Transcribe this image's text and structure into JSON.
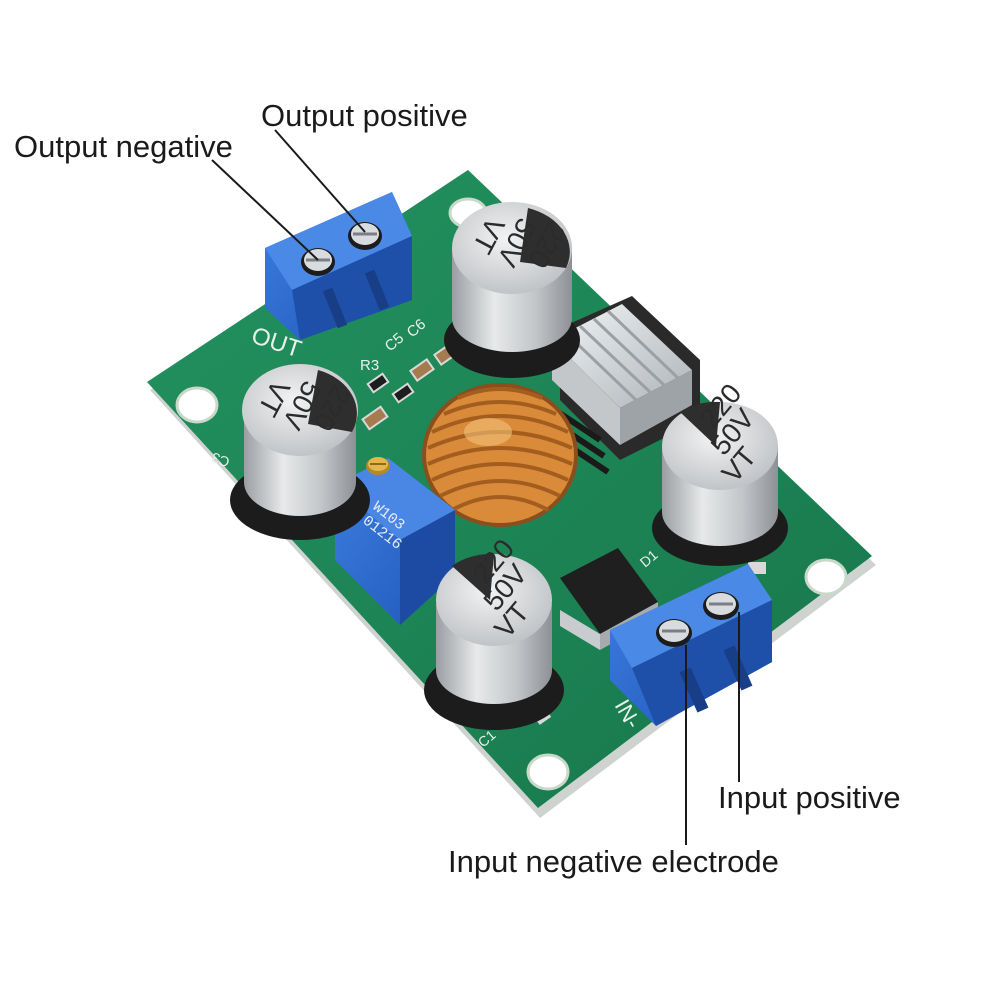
{
  "callouts": {
    "output_negative": "Output negative",
    "output_positive": "Output positive",
    "input_positive": "Input positive",
    "input_negative": "Input negative electrode"
  },
  "board": {
    "silkscreen": {
      "out": "OUT",
      "in_minus": "IN-",
      "c1": "C1",
      "c3": "C3",
      "c5": "C5",
      "c6": "C6",
      "r3": "R3",
      "d1": "D1"
    },
    "capacitor_marking": {
      "line1": "220",
      "line2": "50V",
      "line3": "VT"
    },
    "potentiometer_marking": {
      "line1": "W103",
      "line2": "01216"
    }
  },
  "colors": {
    "pcb": "#1f8a5b",
    "terminal_block": "#2f6fd0",
    "potentiometer": "#2f55c4",
    "capacitor": "#c9ccce",
    "inductor_copper": "#d98b3a",
    "heatsink": "#d8dcdf"
  },
  "icons": [
    "pcb-board",
    "screw-terminal",
    "electrolytic-capacitor",
    "toroidal-inductor",
    "heatsink",
    "trimmer-potentiometer",
    "mosfet"
  ]
}
